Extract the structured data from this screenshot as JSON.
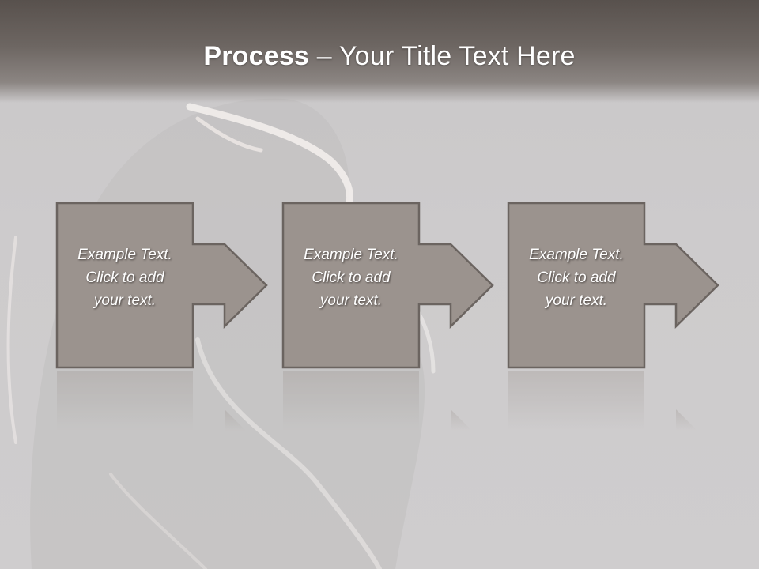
{
  "slide": {
    "title_bold": "Process",
    "title_dash": " – ",
    "title_rest": "Your Title Text Here"
  },
  "steps": [
    {
      "line1": "Example Text.",
      "line2": "Click  to add",
      "line3": "your text."
    },
    {
      "line1": "Example Text.",
      "line2": "Click  to add",
      "line3": "your text."
    },
    {
      "line1": "Example Text.",
      "line2": "Click  to add",
      "line3": "your text."
    }
  ],
  "colors": {
    "box_fill": "#9b938e",
    "box_stroke": "#6b6460",
    "title_band": "#58514d",
    "background": "#cbc9ca"
  }
}
